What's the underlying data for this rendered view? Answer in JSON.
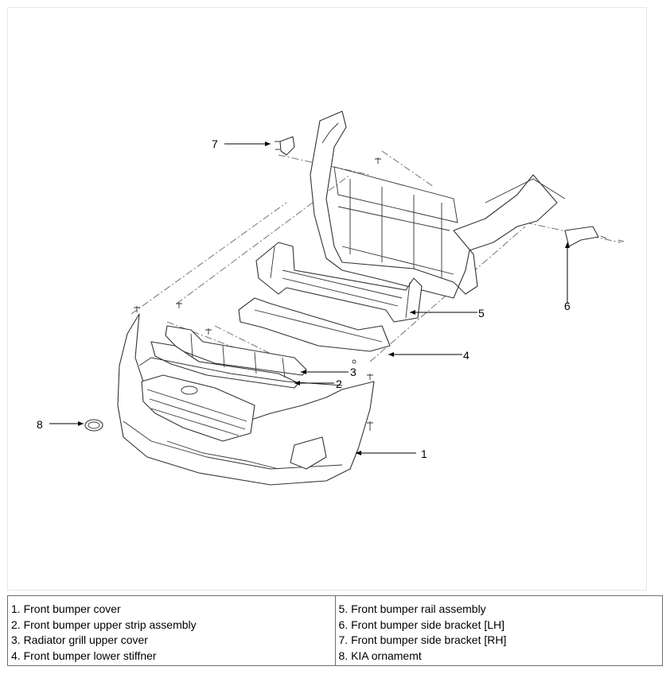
{
  "callouts": [
    {
      "id": "1",
      "label": "1"
    },
    {
      "id": "2",
      "label": "2"
    },
    {
      "id": "3",
      "label": "3"
    },
    {
      "id": "4",
      "label": "4"
    },
    {
      "id": "5",
      "label": "5"
    },
    {
      "id": "6",
      "label": "6"
    },
    {
      "id": "7",
      "label": "7"
    },
    {
      "id": "8",
      "label": "8"
    }
  ],
  "legend": {
    "left": [
      "1. Front bumper cover",
      "2. Front bumper upper strip assembly",
      "3. Radiator grill upper cover",
      "4. Front bumper lower stiffner"
    ],
    "right": [
      "5. Front bumper rail assembly",
      "6. Front bumper side bracket [LH]",
      "7. Front bumper side bracket [RH]",
      "8. KIA ornamemt"
    ]
  }
}
